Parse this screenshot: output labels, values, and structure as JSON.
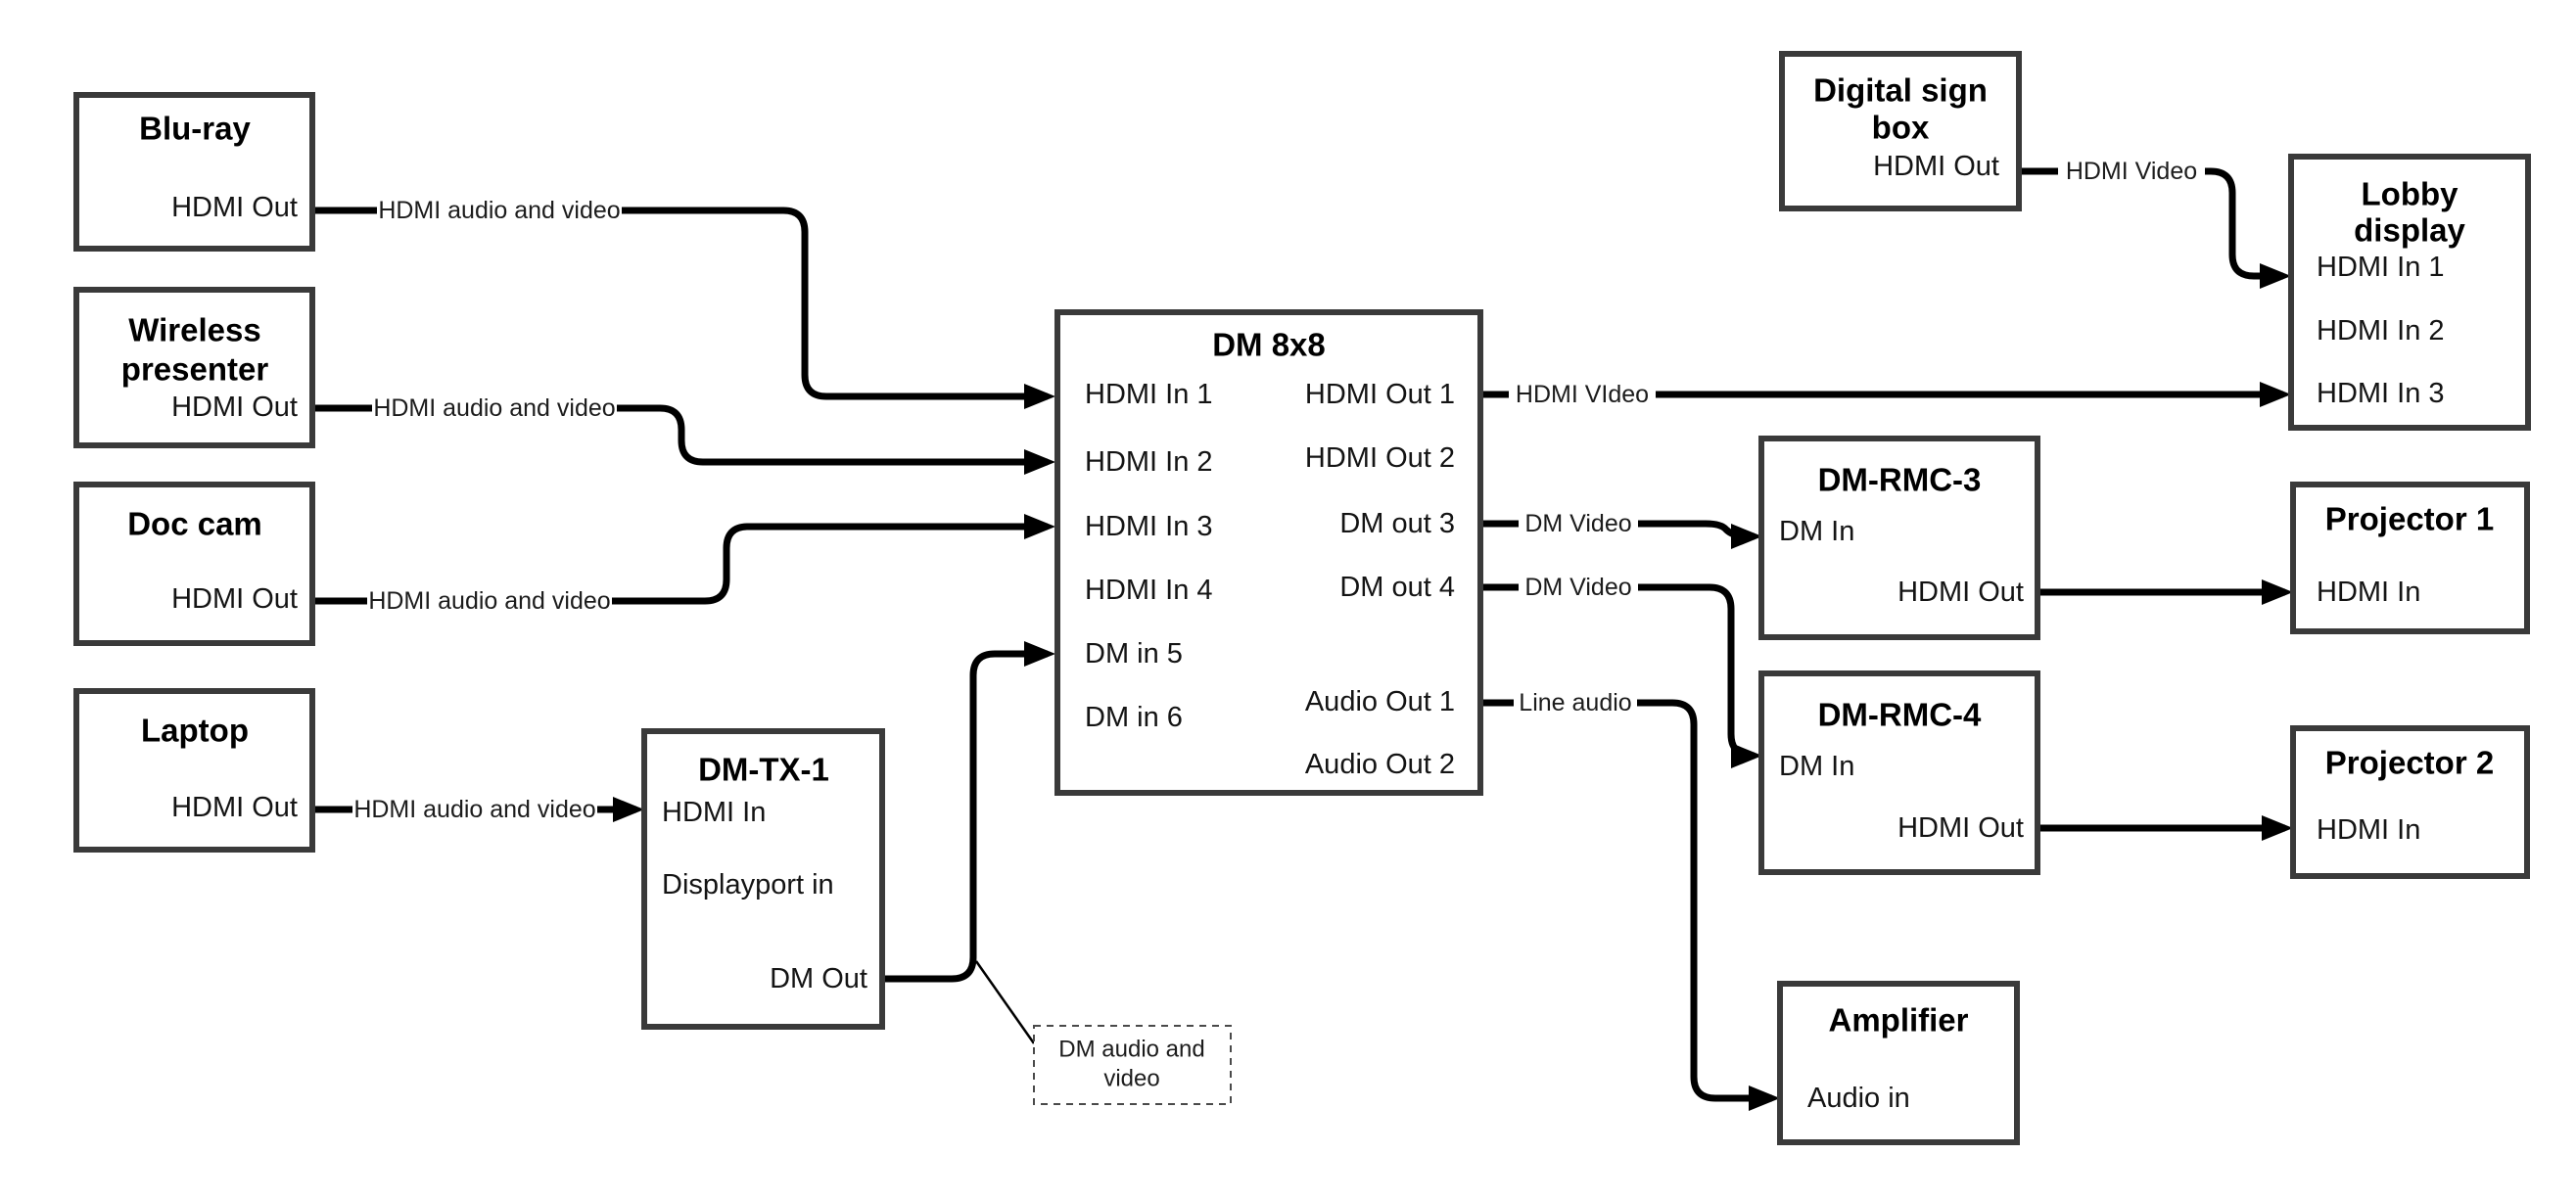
{
  "colors": {
    "background": "#ffffff",
    "box_border": "#3a3a3a",
    "wire": "#000000",
    "text": "#000000"
  },
  "nodes": {
    "bluray": {
      "title": "Blu-ray",
      "port_out": "HDMI Out"
    },
    "wireless_presenter": {
      "title_lines": [
        "Wireless",
        "presenter"
      ],
      "port_out": "HDMI Out"
    },
    "doc_cam": {
      "title": "Doc cam",
      "port_out": "HDMI Out"
    },
    "laptop": {
      "title": "Laptop",
      "port_out": "HDMI Out"
    },
    "dm_tx_1": {
      "title": "DM-TX-1",
      "port_hdmi_in": "HDMI In",
      "port_displayport_in": "Displayport in",
      "port_dm_out": "DM Out"
    },
    "dm_8x8": {
      "title": "DM 8x8",
      "inputs": [
        "HDMI In 1",
        "HDMI In 2",
        "HDMI In 3",
        "HDMI In 4",
        "DM in 5",
        "DM in 6"
      ],
      "outputs": [
        "HDMI Out 1",
        "HDMI Out 2",
        "DM out 3",
        "DM out 4",
        "Audio Out 1",
        "Audio Out 2"
      ]
    },
    "digital_sign_box": {
      "title_lines": [
        "Digital sign",
        "box"
      ],
      "port_out": "HDMI Out"
    },
    "lobby_display": {
      "title_lines": [
        "Lobby",
        "display"
      ],
      "inputs": [
        "HDMI In 1",
        "HDMI In 2",
        "HDMI In 3"
      ]
    },
    "dm_rmc_3": {
      "title": "DM-RMC-3",
      "port_in": "DM In",
      "port_out": "HDMI Out"
    },
    "projector_1": {
      "title": "Projector 1",
      "port_in": "HDMI In"
    },
    "dm_rmc_4": {
      "title": "DM-RMC-4",
      "port_in": "DM In",
      "port_out": "HDMI Out"
    },
    "projector_2": {
      "title": "Projector 2",
      "port_in": "HDMI In"
    },
    "amplifier": {
      "title": "Amplifier",
      "port_in": "Audio in"
    }
  },
  "wire_labels": {
    "bluray_to_dm8x8": "HDMI audio and video",
    "wireless_to_dm8x8": "HDMI audio and video",
    "doccam_to_dm8x8": "HDMI audio and video",
    "laptop_to_dmtx1": "HDMI audio and video",
    "hdmi_out_1": "HDMI VIdeo",
    "digital_sign_to_lobby": "HDMI Video",
    "dm_out_3": "DM Video",
    "dm_out_4": "DM Video",
    "audio_out_1": "Line audio"
  },
  "callout": {
    "lines": [
      "DM audio and",
      "video"
    ]
  }
}
